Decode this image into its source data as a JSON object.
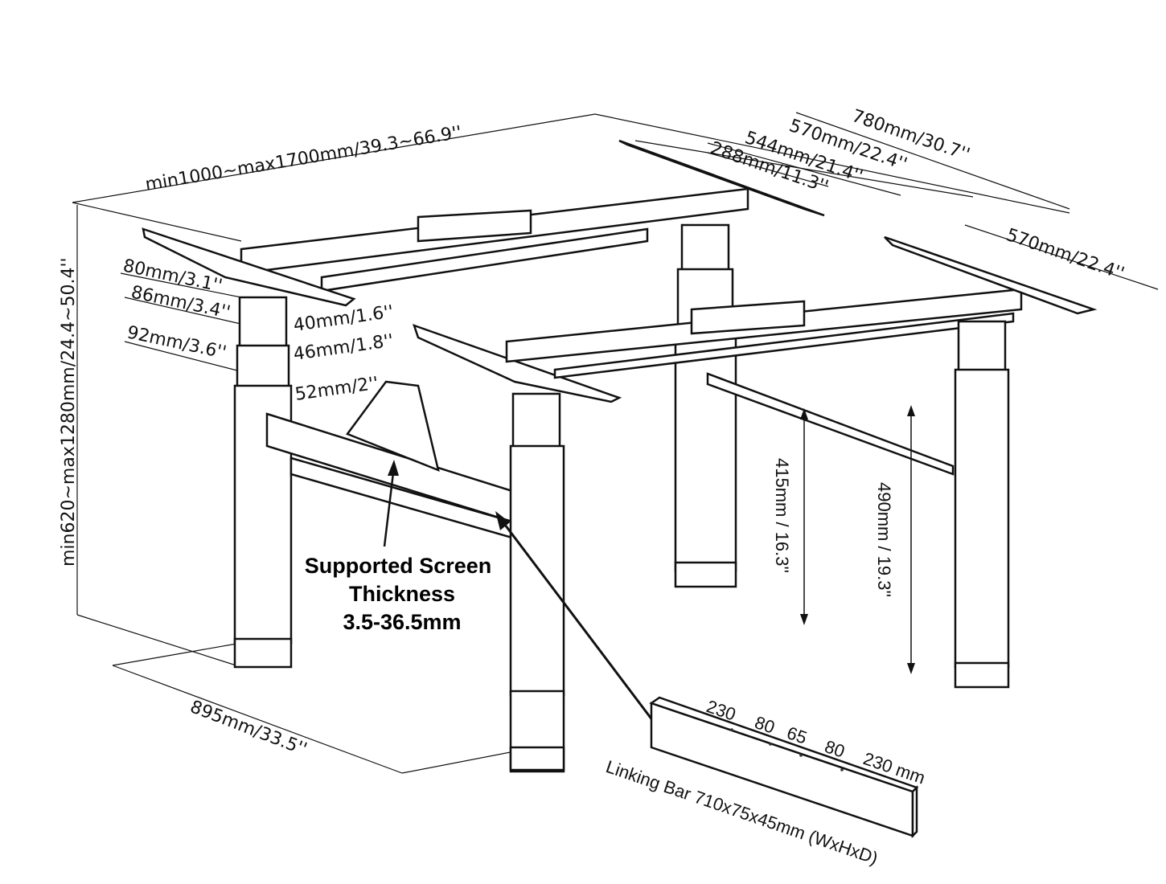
{
  "diagram": {
    "subject": "Dual electric standing desk frame with linking bar",
    "dimensions": {
      "frame_width": "min1000~max1700mm/39.3~66.9''",
      "height_range": "min620~max1280mm/24.4~50.4''",
      "depth_overall": "780mm/30.7''",
      "foot_depth_top": "570mm/22.4''",
      "top_bracket_544": "544mm/21.4''",
      "top_bracket_288": "288mm/11.3''",
      "foot_depth_right": "570mm/22.4''",
      "column_80": "80mm/3.1''",
      "column_86": "86mm/3.4''",
      "column_92": "92mm/3.6''",
      "column_40": "40mm/1.6''",
      "column_46": "46mm/1.8''",
      "column_52": "52mm/2''",
      "base_depth": "895mm/33.5''",
      "clearance_415": "415mm / 16.3''",
      "clearance_490": "490mm / 19.3''"
    },
    "callout": {
      "line1": "Supported Screen",
      "line2": "Thickness",
      "line3": "3.5-36.5mm"
    },
    "linking_bar": {
      "hole_spacing": [
        "230",
        "80",
        "65",
        "80",
        "230 mm"
      ],
      "label": "Linking Bar 710x75x45mm (WxHxD)"
    }
  }
}
